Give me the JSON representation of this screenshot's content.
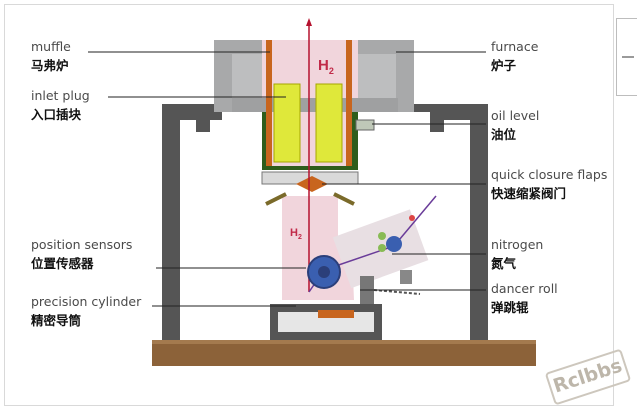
{
  "labels_left": [
    {
      "en": "muffle",
      "zh": "马弗炉"
    },
    {
      "en": "inlet plug",
      "zh": "入口插块"
    },
    {
      "en": "position sensors",
      "zh": "位置传感器"
    },
    {
      "en": "precision cylinder",
      "zh": "精密导筒"
    }
  ],
  "labels_right": [
    {
      "en": "furnace",
      "zh": "炉子"
    },
    {
      "en": "oil level",
      "zh": "油位"
    },
    {
      "en": "quick closure flaps",
      "zh": "快速缩紧阀门"
    },
    {
      "en": "nitrogen",
      "zh": "氮气"
    },
    {
      "en": "dancer roll",
      "zh": "弹跳辊"
    }
  ],
  "gas_labels": {
    "h2_top_main": "H",
    "h2_top_sub": "2",
    "h2_side_main": "H",
    "h2_side_sub": "2"
  },
  "watermark": "Rclbbs",
  "colors": {
    "furnace_gray": "#a8a9aa",
    "frame_dark": "#555555",
    "gas_pink": "#f1d5dc",
    "insert_yellow": "#dfe83a",
    "oil_green": "#2e5d1c",
    "base_brown": "#8c6239",
    "muffle_orange": "#c8651e",
    "fiber_red": "#b5122e",
    "fiber_purple": "#6a3c99",
    "roll_blue": "#3a5fb0",
    "leader_line": "#222222"
  }
}
